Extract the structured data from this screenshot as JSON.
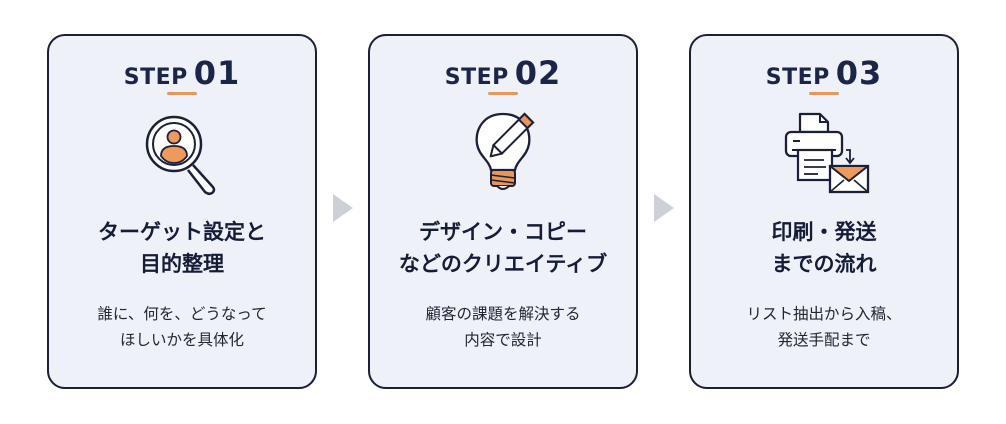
{
  "colors": {
    "card_background": "#eef1f8",
    "card_border": "#1b2038",
    "heading_text": "#1a2547",
    "accent": "#e8965a",
    "arrow": "#cdd0d6"
  },
  "steps": [
    {
      "step_word": "STEP",
      "step_number": "01",
      "icon": "magnifier-person-icon",
      "title_lines": [
        "ターゲット設定と",
        "目的整理"
      ],
      "desc_lines": [
        "誰に、何を、どうなって",
        "ほしいかを具体化"
      ]
    },
    {
      "step_word": "STEP",
      "step_number": "02",
      "icon": "lightbulb-pencil-icon",
      "title_lines": [
        "デザイン・コピー",
        "などのクリエイティブ"
      ],
      "desc_lines": [
        "顧客の課題を解決する",
        "内容で設計"
      ]
    },
    {
      "step_word": "STEP",
      "step_number": "03",
      "icon": "printer-envelope-icon",
      "title_lines": [
        "印刷・発送",
        "までの流れ"
      ],
      "desc_lines": [
        "リスト抽出から入稿、",
        "発送手配まで"
      ]
    }
  ],
  "connectors": [
    {
      "icon": "arrow-right-icon"
    },
    {
      "icon": "arrow-right-icon"
    }
  ]
}
